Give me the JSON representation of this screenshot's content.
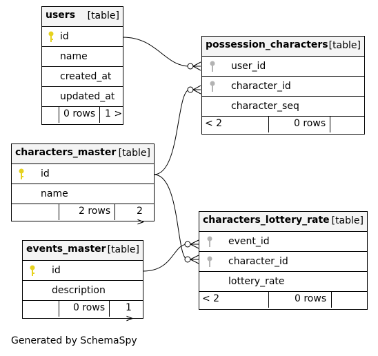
{
  "tables": {
    "users": {
      "name": "users",
      "type": "[table]",
      "columns": [
        "id",
        "name",
        "created_at",
        "updated_at"
      ],
      "footer": {
        "rows": "0 rows",
        "next": "1 >"
      }
    },
    "possession_characters": {
      "name": "possession_characters",
      "type": "[table]",
      "columns": [
        "user_id",
        "character_id",
        "character_seq"
      ],
      "footer": {
        "prev": "< 2",
        "rows": "0 rows"
      }
    },
    "characters_master": {
      "name": "characters_master",
      "type": "[table]",
      "columns": [
        "id",
        "name"
      ],
      "footer": {
        "rows": "2 rows",
        "next": "2 >"
      }
    },
    "events_master": {
      "name": "events_master",
      "type": "[table]",
      "columns": [
        "id",
        "description"
      ],
      "footer": {
        "rows": "0 rows",
        "next": "1 >"
      }
    },
    "characters_lottery_rate": {
      "name": "characters_lottery_rate",
      "type": "[table]",
      "columns": [
        "event_id",
        "character_id",
        "lottery_rate"
      ],
      "footer": {
        "prev": "< 2",
        "rows": "0 rows"
      }
    }
  },
  "relationships": [
    {
      "from": "users.id",
      "to": "possession_characters.user_id"
    },
    {
      "from": "characters_master.id",
      "to": "possession_characters.character_id"
    },
    {
      "from": "characters_master.id",
      "to": "characters_lottery_rate.character_id"
    },
    {
      "from": "events_master.id",
      "to": "characters_lottery_rate.event_id"
    }
  ],
  "caption": "Generated by SchemaSpy",
  "colors": {
    "primary_key_icon": "#e6d21e",
    "foreign_key_icon": "#b3b3b3",
    "header_bg": "#f4f4f4"
  }
}
